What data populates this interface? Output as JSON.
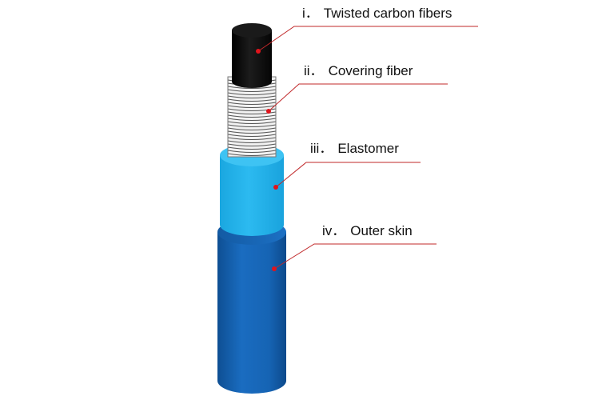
{
  "colors": {
    "carbon": "#111111",
    "covering": "#e8e8e8",
    "elastomer": "#23b2ea",
    "outer_skin": "#1664b4",
    "leader": "#c0282a",
    "dot": "#e0141c"
  },
  "labels": [
    {
      "numeral": "i．",
      "text": "Twisted carbon fibers",
      "layer": "carbon"
    },
    {
      "numeral": "ii．",
      "text": "Covering fiber",
      "layer": "covering"
    },
    {
      "numeral": "iii．",
      "text": "Elastomer",
      "layer": "elastomer"
    },
    {
      "numeral": "iv．",
      "text": "Outer skin",
      "layer": "outer_skin"
    }
  ]
}
